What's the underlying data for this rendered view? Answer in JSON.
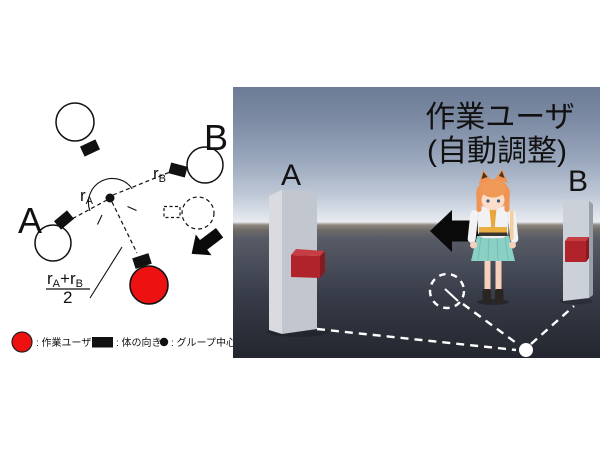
{
  "colors": {
    "accent_red": "#ee1111",
    "cube_front_red": "#b1232b",
    "cube_top_red": "#c63e44",
    "cube_side_red": "#871a20",
    "arrow_black": "#0a0a0a",
    "dash_white": "#ffffff"
  },
  "left_diagram": {
    "label_a": "A",
    "label_b": "B",
    "r_base": "r",
    "r_sub_a": "A",
    "r_sub_b": "B",
    "formula": {
      "num_r1": "r",
      "num_sub1": "A",
      "num_plus": "+",
      "num_r2": "r",
      "num_sub2": "B",
      "denominator": "2"
    },
    "legend": {
      "working_user": ": 作業ユーザ",
      "body_direction": ": 体の向き",
      "group_center": ": グループ中心"
    }
  },
  "scene": {
    "title_line1": "作業ユーザ",
    "title_line2": "(自動調整)",
    "label_a": "A",
    "label_b": "B"
  }
}
